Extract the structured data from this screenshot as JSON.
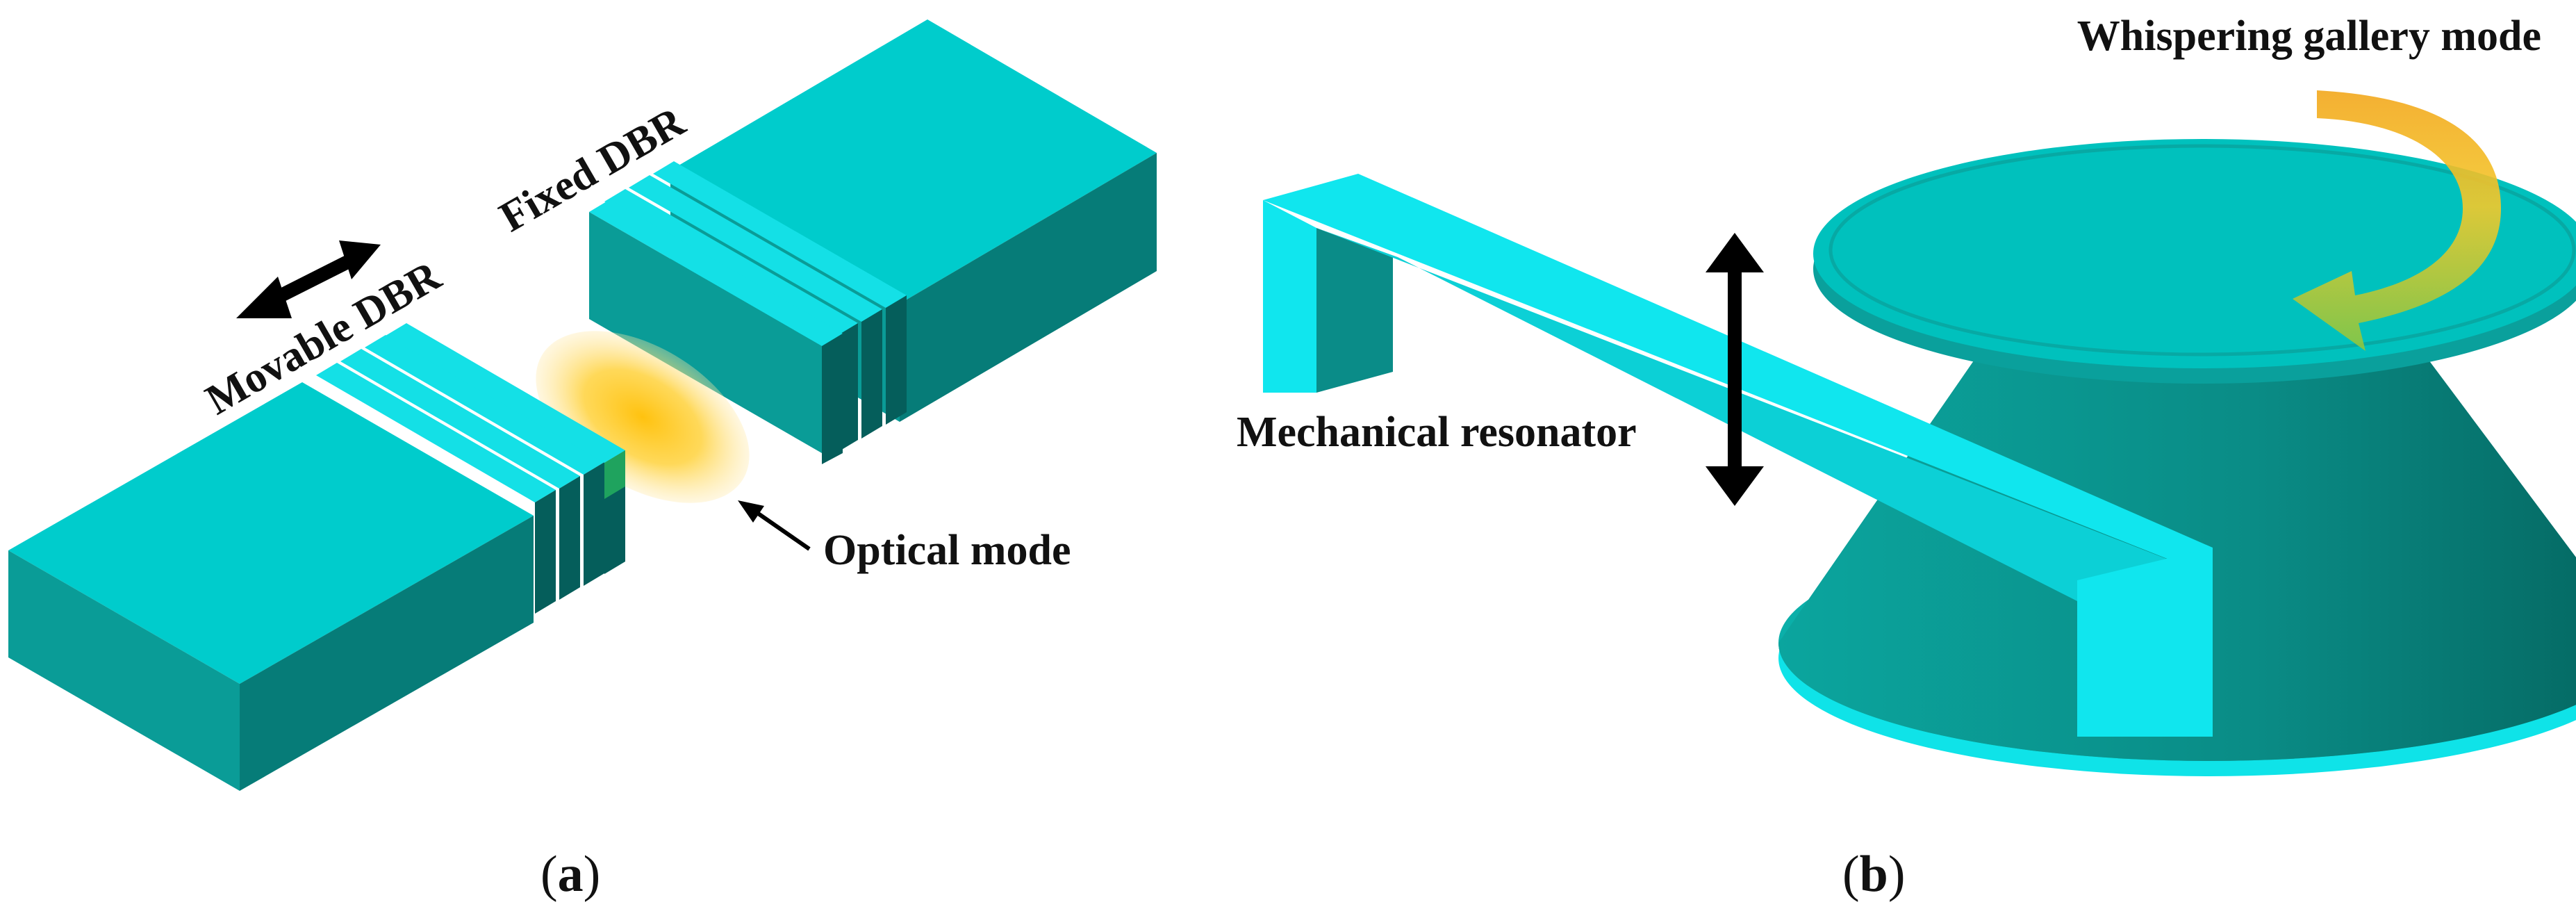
{
  "panel_a": {
    "label_movable": "Movable DBR",
    "label_fixed": "Fixed DBR",
    "label_optical": "Optical mode",
    "caption_letter": "a"
  },
  "panel_b": {
    "label_whispering": "Whispering gallery mode",
    "label_mechanical": "Mechanical resonator",
    "caption_letter": "b"
  },
  "caption_open": "(",
  "caption_close": ")",
  "colors": {
    "block_top": "#00CCCC",
    "block_left": "#0A9C97",
    "block_right": "#067C78",
    "slab_top": "#14E0E6",
    "slab_dark": "#055E5B",
    "cantilever_bright": "#10E6EE",
    "cantilever_front": "#0CD0D6",
    "cantilever_dark": "#0A8C88",
    "disk_top": "#00C1BD",
    "disk_rim": "#0AA09C",
    "cone": "#0A8F88",
    "cone_dark": "#046660",
    "base_top": "#0BAFA9",
    "base_rim": "#0FE3E8",
    "mode_glow": "#FFC61A",
    "arrow_yellow": "#E7B81E",
    "arrow_green": "#8CC63F",
    "arrow_black": "#000000"
  }
}
